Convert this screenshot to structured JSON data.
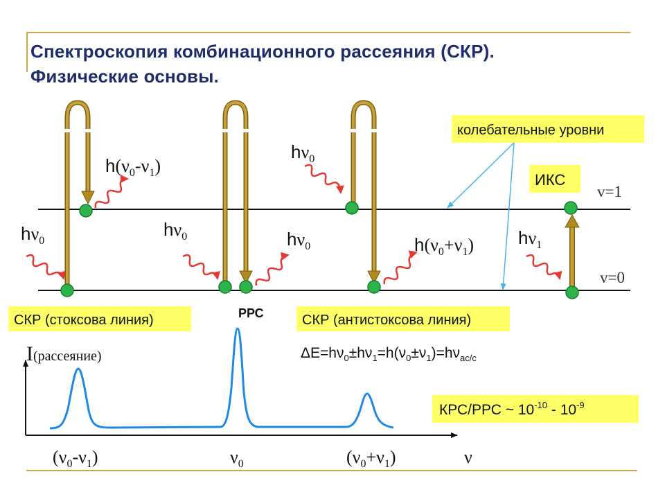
{
  "title": {
    "line1": "Спектроскопия комбинационного рассеяния (СКР).",
    "line2": "Физические основы."
  },
  "callouts": {
    "vib_levels": "колебательные уровни",
    "iks": "ИКС",
    "stokes": "СКР (стоксова линия)",
    "rrs": "РРС",
    "antistokes": "СКР (антистоксова линия)",
    "ratio_base": "КРС/РРС ~ 10",
    "ratio_exp1": "-10",
    "ratio_mid": " - 10",
    "ratio_exp2": "-9"
  },
  "levels": {
    "v1": "v=1",
    "v0": "v=0"
  },
  "photons": {
    "h": "h",
    "nu": "ν",
    "sub0": "0",
    "sub1": "1",
    "open": "(",
    "close": ")",
    "minus": "-",
    "plus": "+"
  },
  "energy": {
    "delta": "ΔE=hν",
    "pm": "±",
    "hnu": "hν",
    "eq_h": "=h(ν",
    "nu": "ν",
    "close_eq": ")=hν",
    "ac_sub": "ас/с"
  },
  "spectrum_axis": {
    "ylabel_I": "I",
    "ylabel_rest": "(рассеяние)",
    "xlabel": "ν"
  },
  "colors": {
    "arrow": "#b08a1e",
    "arrow_dark": "#7a5e10",
    "dot": "#2cb34a",
    "wave": "#e53935",
    "callout_bg": "#ffff66",
    "pointer": "#4ab3e8",
    "title": "#1f2d6b"
  }
}
